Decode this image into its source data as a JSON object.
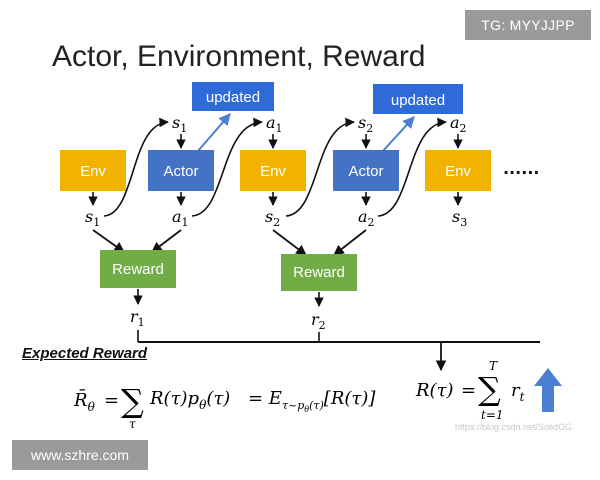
{
  "title": "Actor, Environment, Reward",
  "badges": {
    "top_right": "TG: MYYJJPP",
    "bottom_left": "www.szhre.com"
  },
  "watermark": "https://blog.csdn.net/SolidOG",
  "colors": {
    "env": "#f2b300",
    "actor": "#4472c4",
    "updated": "#2e6ad8",
    "reward": "#70ad47",
    "up_arrow": "#4a7fd4"
  },
  "boxes": {
    "env1": "Env",
    "actor1": "Actor",
    "env2": "Env",
    "actor2": "Actor",
    "env3": "Env",
    "updated1": "updated",
    "updated2": "updated",
    "reward1": "Reward",
    "reward2": "Reward"
  },
  "labels": {
    "s1_top": "s",
    "s1_top_sub": "1",
    "a1_top": "a",
    "a1_top_sub": "1",
    "s2_top": "s",
    "s2_top_sub": "2",
    "a2_top": "a",
    "a2_top_sub": "2",
    "s1_bot": "s",
    "s1_bot_sub": "1",
    "a1_bot": "a",
    "a1_bot_sub": "1",
    "s2_bot": "s",
    "s2_bot_sub": "2",
    "a2_bot": "a",
    "a2_bot_sub": "2",
    "s3_bot": "s",
    "s3_bot_sub": "3",
    "r1": "r",
    "r1_sub": "1",
    "r2": "r",
    "r2_sub": "2"
  },
  "ellipsis": "······",
  "expected_reward_label": "Expected Reward",
  "formula_left": {
    "rbar": "R̄",
    "rbar_sub": "θ",
    "eq": "=",
    "sum": "∑",
    "sum_under": "τ",
    "term": "R(τ)p",
    "term_sub": "θ",
    "term_end": "(τ)",
    "eq2": "= E",
    "e_sub": "τ~p",
    "e_sub_sub": "θ",
    "e_sub_end": "(τ)",
    "e_tail": "[R(τ)]"
  },
  "formula_right": {
    "lhs": "R(τ)",
    "eq": "=",
    "sum": "∑",
    "sum_over": "T",
    "sum_under": "t=1",
    "r": "r",
    "r_sub": "t"
  }
}
